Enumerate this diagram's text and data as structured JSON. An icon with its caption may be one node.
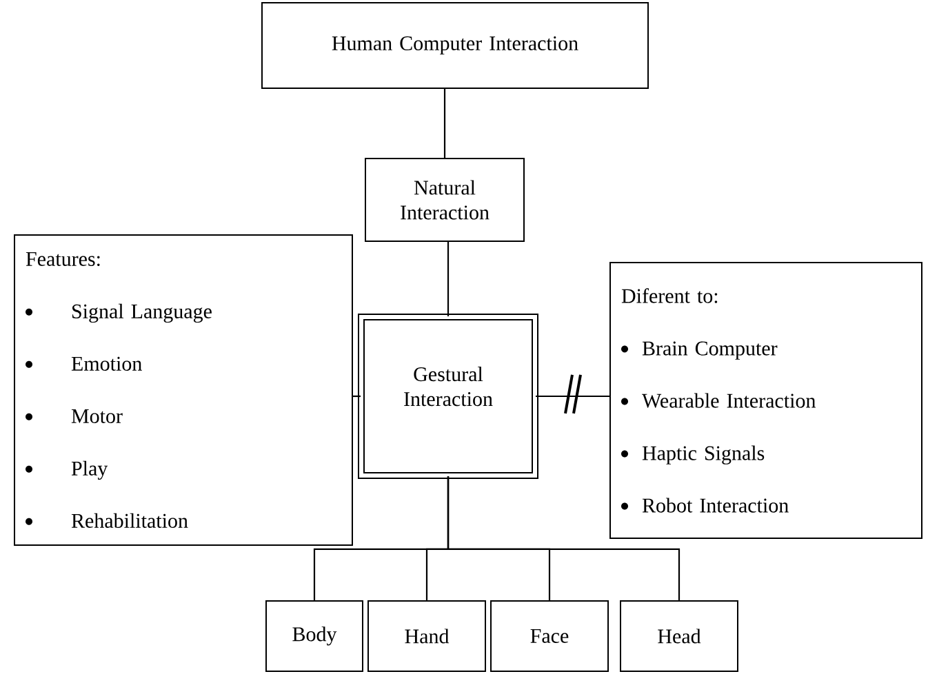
{
  "diagram": {
    "nodes": [
      {
        "text": [
          "Human Computer Interaction"
        ]
      },
      {
        "text": [
          "Natural Interaction"
        ]
      },
      {
        "text": [
          "Features:",
          "Signal Language",
          "Emotion",
          "Motor",
          "Play",
          "Rehabilitation"
        ]
      },
      {
        "text": [
          "Gestural Interaction"
        ]
      },
      {
        "text": [
          "Diferent to:",
          "Brain Computer",
          "Wearable Interaction",
          "Haptic Signals",
          "Robot Interaction"
        ]
      },
      {
        "text": [
          "Body"
        ]
      },
      {
        "text": [
          "Hand"
        ]
      },
      {
        "text": [
          "Face"
        ]
      },
      {
        "text": [
          "Head"
        ]
      }
    ],
    "edges": [
      {
        "from": 0,
        "to": 1,
        "arrow": "none"
      },
      {
        "from": 1,
        "to": 3,
        "arrow": "none"
      },
      {
        "from": 2,
        "to": 3,
        "arrow": "none"
      },
      {
        "from": 3,
        "to": 4,
        "arrow": "none"
      },
      {
        "from": 3,
        "to": 5,
        "arrow": "none"
      },
      {
        "from": 3,
        "to": 6,
        "arrow": "none"
      },
      {
        "from": 3,
        "to": 7,
        "arrow": "none"
      },
      {
        "from": 3,
        "to": 8,
        "arrow": "none"
      }
    ]
  }
}
